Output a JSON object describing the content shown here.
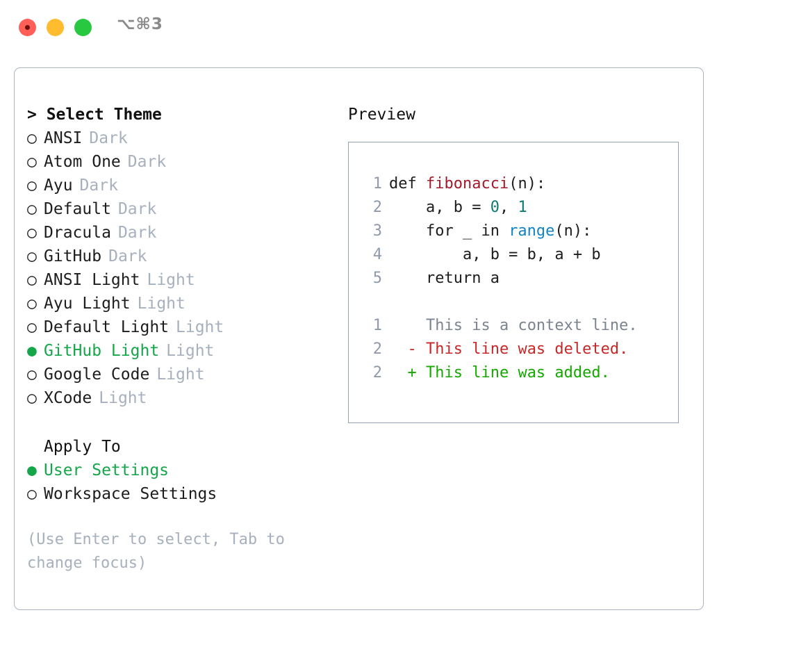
{
  "window": {
    "shortcut": "⌥⌘3",
    "traffic_lights": [
      {
        "name": "close",
        "color": "#ff5f57"
      },
      {
        "name": "minimize",
        "color": "#febc2e"
      },
      {
        "name": "zoom",
        "color": "#28c840"
      }
    ]
  },
  "theme_picker": {
    "title": "> Select Theme",
    "selected_bullet": "●",
    "unselected_bullet": "○",
    "accent_color": "#15a64a",
    "variant_color": "#a7b0bd",
    "options": [
      {
        "label": "ANSI",
        "variant": "Dark",
        "selected": false
      },
      {
        "label": "Atom One",
        "variant": "Dark",
        "selected": false
      },
      {
        "label": "Ayu",
        "variant": "Dark",
        "selected": false
      },
      {
        "label": "Default",
        "variant": "Dark",
        "selected": false
      },
      {
        "label": "Dracula",
        "variant": "Dark",
        "selected": false
      },
      {
        "label": "GitHub",
        "variant": "Dark",
        "selected": false
      },
      {
        "label": "ANSI Light",
        "variant": "Light",
        "selected": false
      },
      {
        "label": "Ayu Light",
        "variant": "Light",
        "selected": false
      },
      {
        "label": "Default Light",
        "variant": "Light",
        "selected": false
      },
      {
        "label": "GitHub Light",
        "variant": "Light",
        "selected": true
      },
      {
        "label": "Google Code",
        "variant": "Light",
        "selected": false
      },
      {
        "label": "XCode",
        "variant": "Light",
        "selected": false
      }
    ]
  },
  "apply_to": {
    "title": "Apply To",
    "options": [
      {
        "label": "User Settings",
        "selected": true
      },
      {
        "label": "Workspace Settings",
        "selected": false
      }
    ]
  },
  "hint": "(Use Enter to select, Tab to change focus)",
  "preview": {
    "heading": "Preview",
    "code_lines": [
      {
        "number": "1",
        "tokens": [
          {
            "text": "def ",
            "type": "plain"
          },
          {
            "text": "fibonacci",
            "type": "fn"
          },
          {
            "text": "(n):",
            "type": "plain"
          }
        ]
      },
      {
        "number": "2",
        "tokens": [
          {
            "text": "    a, b = ",
            "type": "plain"
          },
          {
            "text": "0",
            "type": "num"
          },
          {
            "text": ", ",
            "type": "plain"
          },
          {
            "text": "1",
            "type": "num"
          }
        ]
      },
      {
        "number": "3",
        "tokens": [
          {
            "text": "    for _ in ",
            "type": "plain"
          },
          {
            "text": "range",
            "type": "call"
          },
          {
            "text": "(n):",
            "type": "plain"
          }
        ]
      },
      {
        "number": "4",
        "tokens": [
          {
            "text": "        a, b = b, a + b",
            "type": "plain"
          }
        ]
      },
      {
        "number": "5",
        "tokens": [
          {
            "text": "    return a",
            "type": "plain"
          }
        ]
      }
    ],
    "diff_lines": [
      {
        "number": "1",
        "marker": " ",
        "text": " This is a context line.",
        "kind": "context"
      },
      {
        "number": "2",
        "marker": "-",
        "text": " This line was deleted.",
        "kind": "removed"
      },
      {
        "number": "2",
        "marker": "+",
        "text": " This line was added.",
        "kind": "added"
      }
    ],
    "syntax_colors": {
      "function": "#a01b2b",
      "number": "#0f7a72",
      "builtin": "#1184c4",
      "gutter": "#8f9bab",
      "context": "#7c8390",
      "removed": "#c62828",
      "added": "#15a800"
    }
  }
}
